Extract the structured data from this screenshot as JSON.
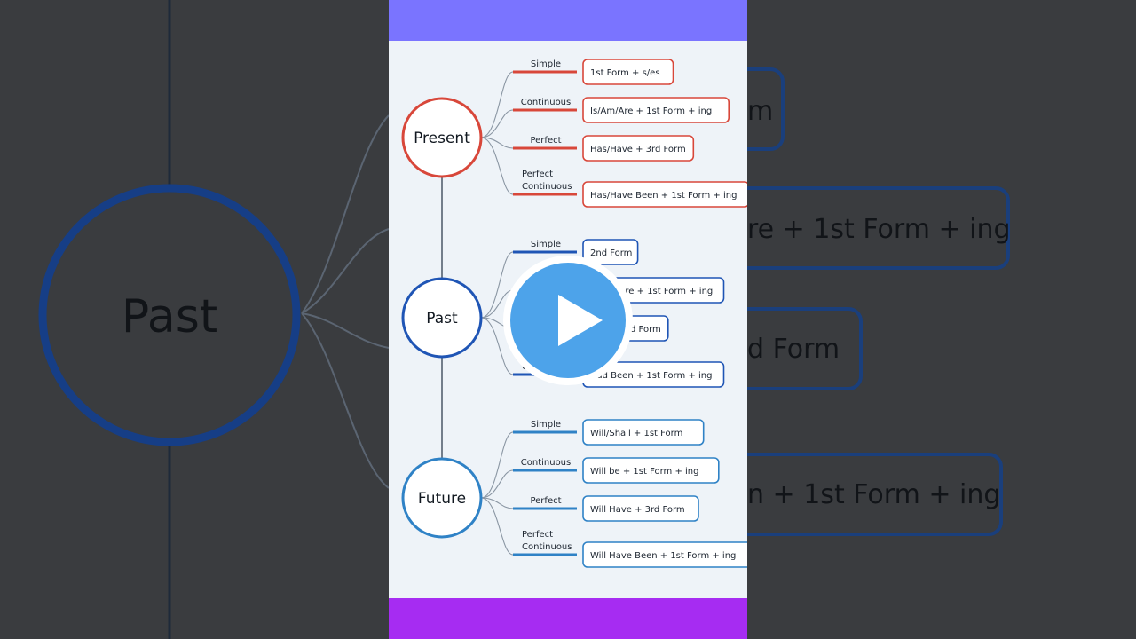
{
  "background_zoom": {
    "center_label": "Past",
    "boxes": [
      "m",
      "re + 1st Form + ing",
      "d Form",
      "n + 1st Form + ing"
    ]
  },
  "colors": {
    "present": "#d8473a",
    "past": "#1f55b5",
    "future": "#2f82c6",
    "top_bar": "#7a74ff",
    "bottom_bar": "#a62cf2",
    "play": "#4da3ea"
  },
  "tenses": [
    {
      "name": "Present",
      "color": "present",
      "branches": [
        {
          "label": [
            "Simple"
          ],
          "formula": "1st Form + s/es"
        },
        {
          "label": [
            "Continuous"
          ],
          "formula": "Is/Am/Are + 1st Form + ing"
        },
        {
          "label": [
            "Perfect"
          ],
          "formula": "Has/Have + 3rd Form"
        },
        {
          "label": [
            "Perfect",
            "Continuous"
          ],
          "formula": "Has/Have Been + 1st Form + ing"
        }
      ]
    },
    {
      "name": "Past",
      "color": "past",
      "branches": [
        {
          "label": [
            "Simple"
          ],
          "formula": "2nd Form"
        },
        {
          "label": [
            "Continuous"
          ],
          "formula": "Was/Were + 1st Form + ing"
        },
        {
          "label": [
            "Perfect"
          ],
          "formula": "Had + 3rd Form"
        },
        {
          "label": [
            "Perfect",
            "Continuous"
          ],
          "formula": "Had Been + 1st Form + ing"
        }
      ]
    },
    {
      "name": "Future",
      "color": "future",
      "branches": [
        {
          "label": [
            "Simple"
          ],
          "formula": "Will/Shall + 1st Form"
        },
        {
          "label": [
            "Continuous"
          ],
          "formula": "Will be + 1st Form + ing"
        },
        {
          "label": [
            "Perfect"
          ],
          "formula": "Will Have + 3rd Form"
        },
        {
          "label": [
            "Perfect",
            "Continuous"
          ],
          "formula": "Will Have Been + 1st Form + ing"
        }
      ]
    }
  ],
  "play_button": {
    "icon": "play-icon"
  }
}
